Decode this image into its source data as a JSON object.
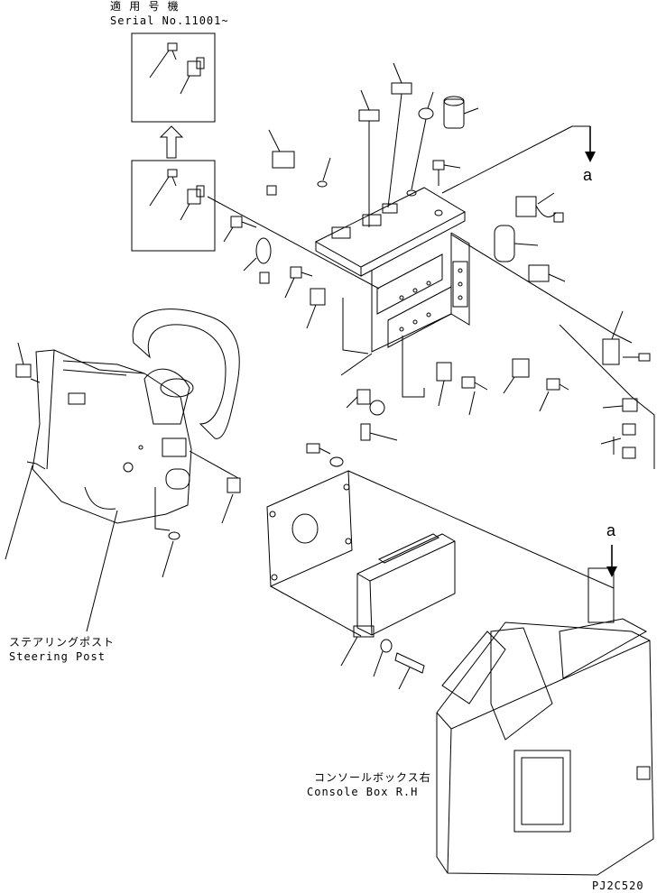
{
  "serial_note": {
    "line1": "適 用 号 機",
    "line2": "Serial No.11001~"
  },
  "ref_marker_top": "a",
  "ref_marker_bottom": "a",
  "steering_post": {
    "jp": "ステアリングポスト",
    "en": "Steering Post"
  },
  "console_box": {
    "jp": "コンソールボックス右",
    "en": "Console Box R.H"
  },
  "drawing_code": "PJ2C520"
}
